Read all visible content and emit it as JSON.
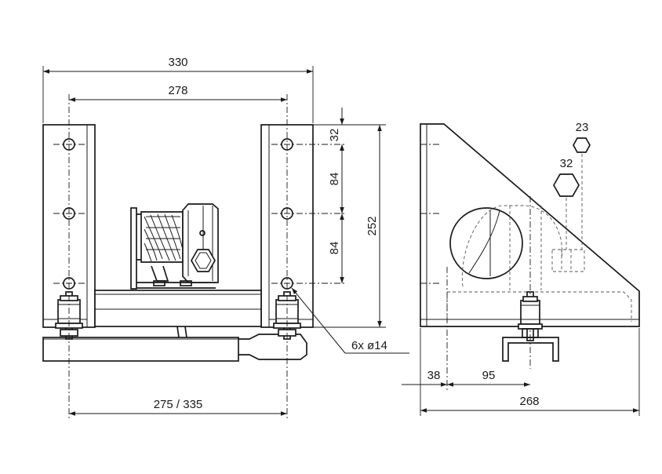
{
  "front_view": {
    "dim_overall_width": "330",
    "dim_hole_spacing": "278",
    "dim_base_width": "275 / 335",
    "dim_holes_callout": "6x ø14"
  },
  "vertical_dims": {
    "dim_top_offset": "32",
    "dim_upper_pitch": "84",
    "dim_lower_pitch": "84",
    "dim_total_height": "252"
  },
  "side_view": {
    "wrench_size_small": "23",
    "wrench_size_large": "32",
    "dim_offset_left": "38",
    "dim_offset_bolt": "95",
    "dim_depth": "268"
  }
}
